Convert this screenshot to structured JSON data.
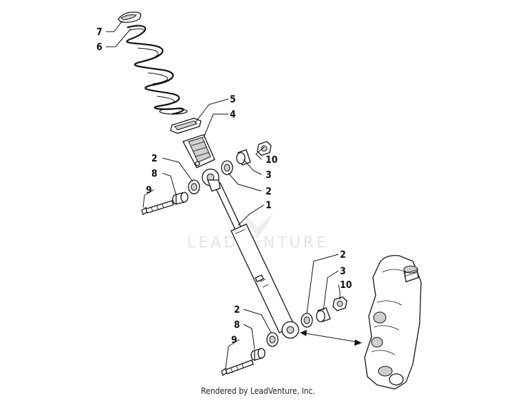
{
  "watermark": "LEADVENTURE",
  "footer": "Rendered by LeadVenture, Inc.",
  "callouts": {
    "c7": "7",
    "c6": "6",
    "c5": "5",
    "c4": "4",
    "c2_upper_left": "2",
    "c8_upper": "8",
    "c9_upper": "9",
    "c10_upper": "10",
    "c3_upper": "3",
    "c2_upper_right": "2",
    "c1": "1",
    "c2_lower_right": "2",
    "c3_lower": "3",
    "c10_lower": "10",
    "c2_lower_left": "2",
    "c8_lower": "8",
    "c9_lower": "9"
  }
}
